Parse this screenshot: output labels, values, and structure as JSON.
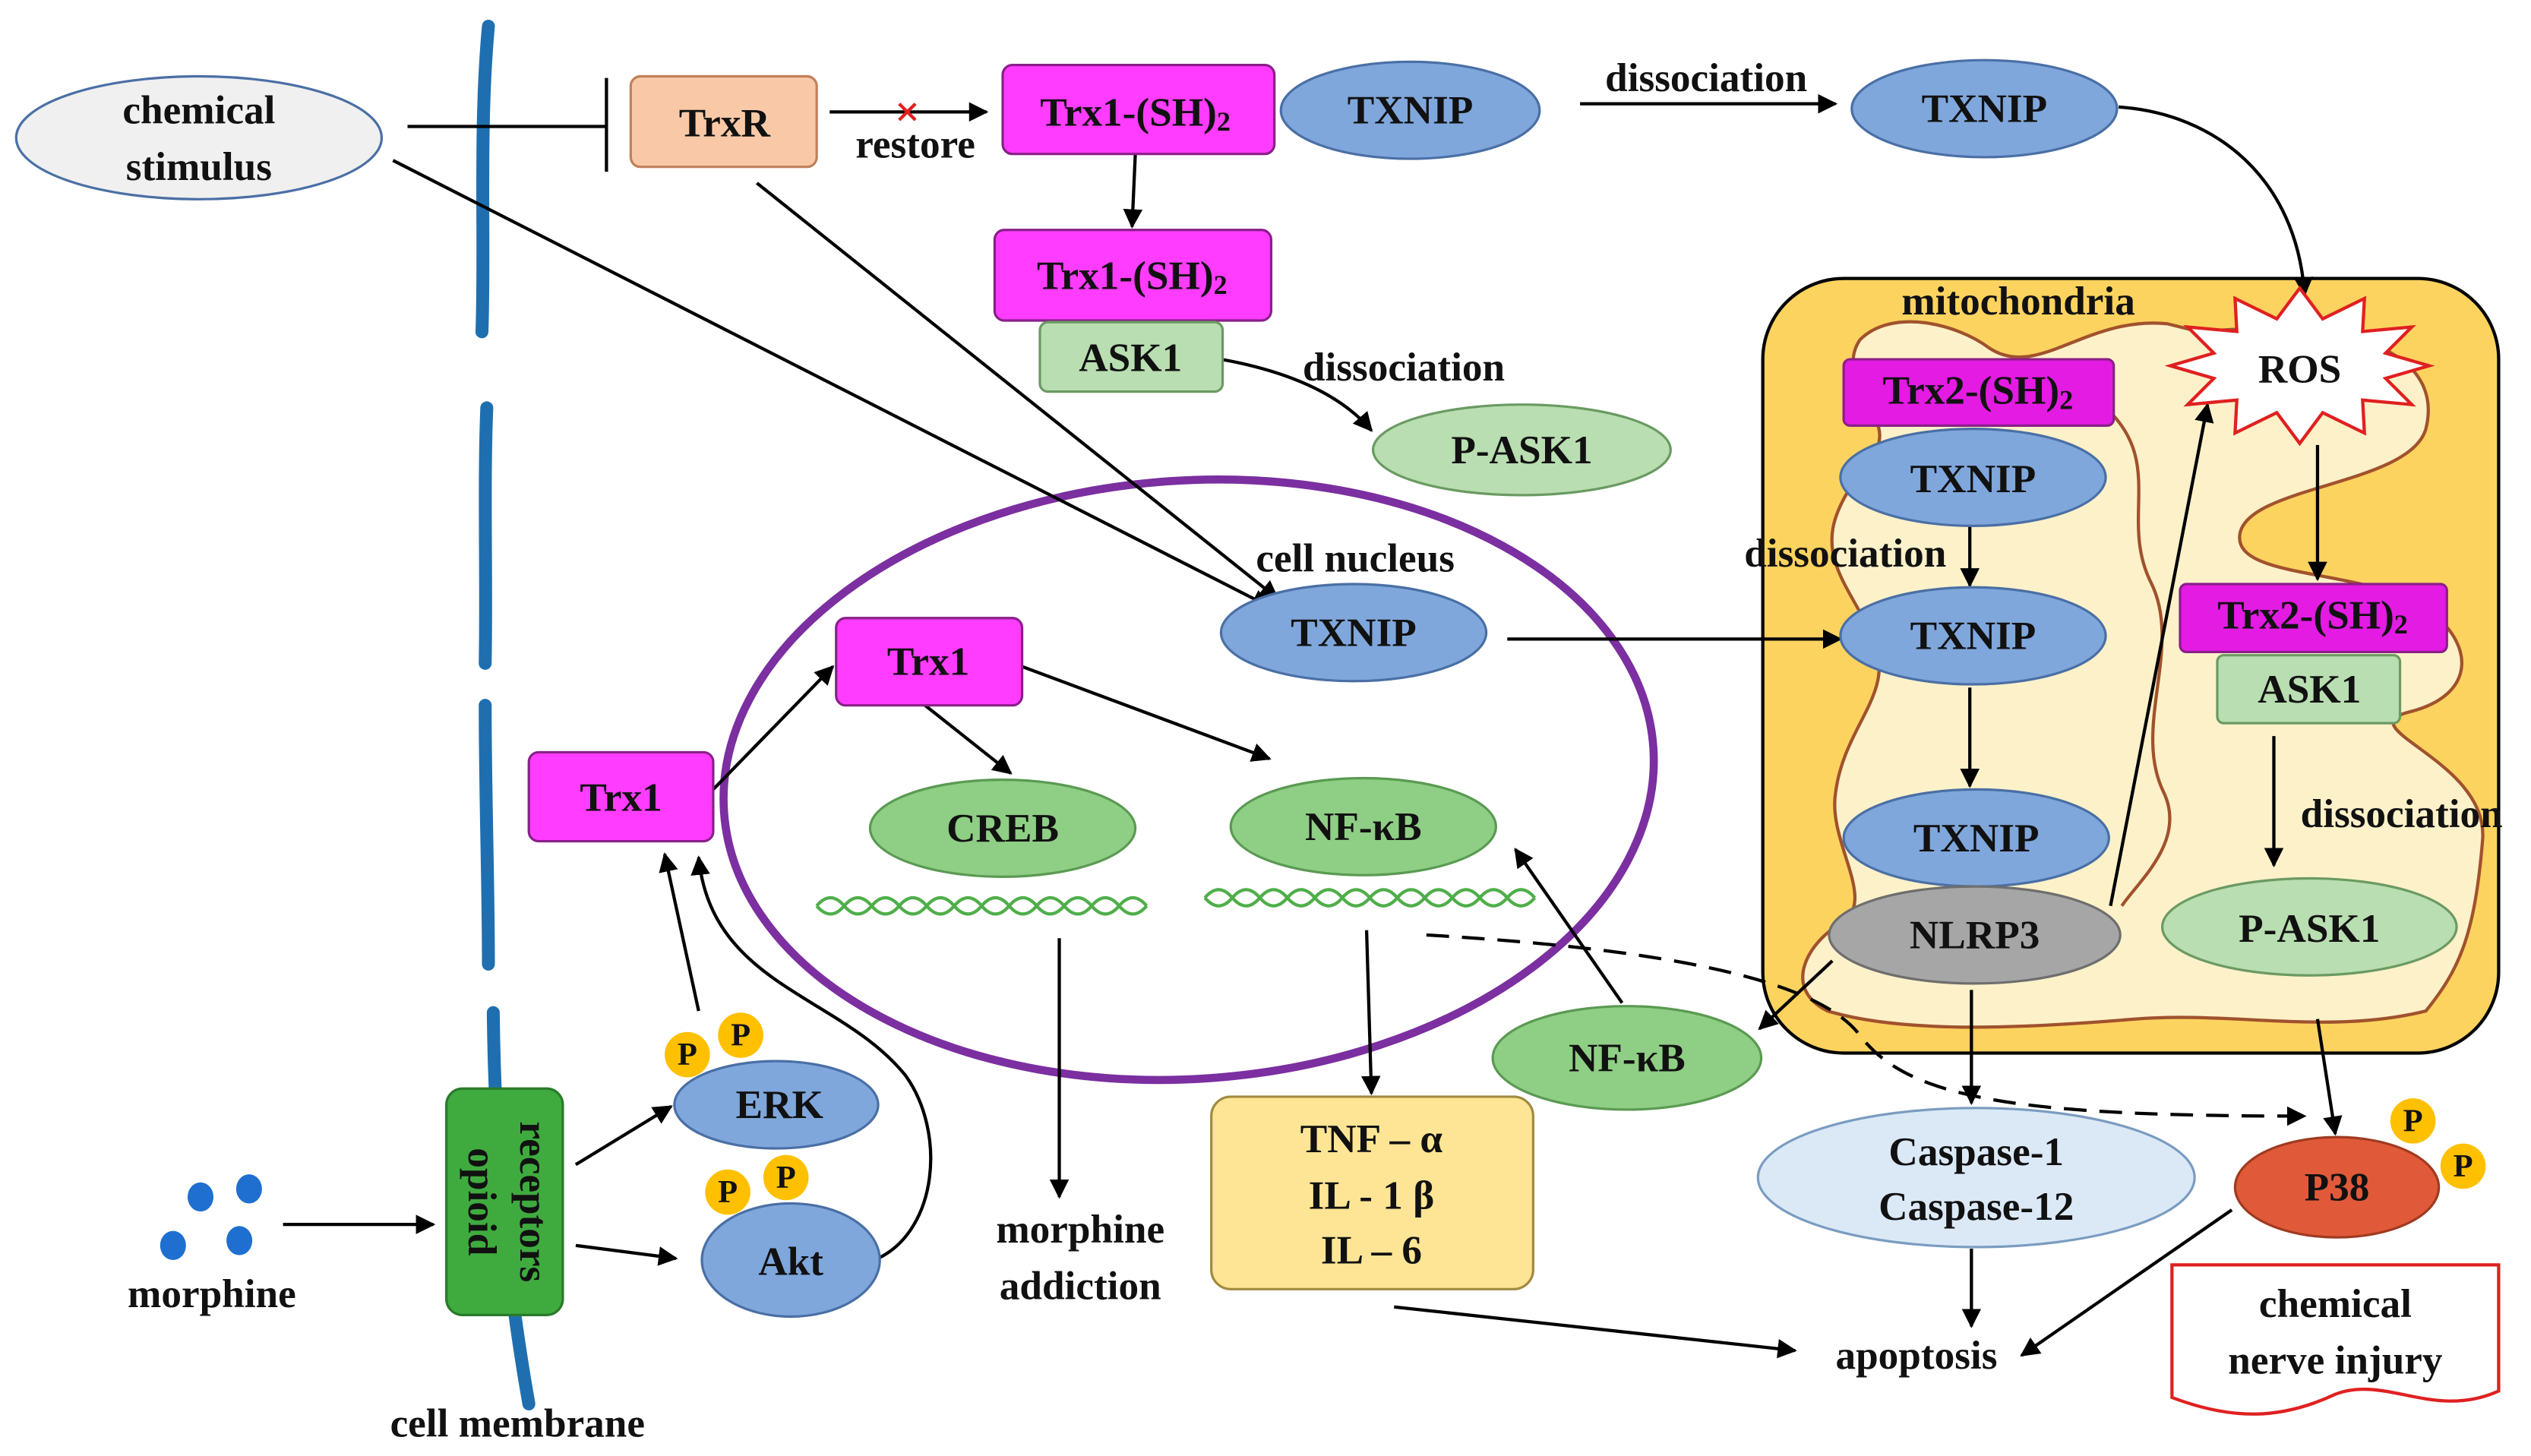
{
  "membrane": {
    "label": "cell membrane"
  },
  "chemical_stimulus": {
    "line1": "chemical",
    "line2": "stimulus"
  },
  "trxr": "TrxR",
  "restore": "restore",
  "trx1_sh2_top": {
    "base": "Trx1-(SH)",
    "sub": "2"
  },
  "txnip_top": "TXNIP",
  "dissociation_top": "dissociation",
  "txnip_top_right": "TXNIP",
  "trx1_sh2_ask": {
    "base": "Trx1-(SH)",
    "sub": "2"
  },
  "ask1_cyto": "ASK1",
  "dissociation_ask": "dissociation",
  "p_ask1_cyto": "P-ASK1",
  "nucleus": {
    "label": "cell nucleus",
    "txnip": "TXNIP",
    "trx1": "Trx1",
    "creb": "CREB",
    "nfkb": "NF-κB"
  },
  "trx1_cyto": "Trx1",
  "morphine_addiction": {
    "line1": "morphine",
    "line2": "addiction"
  },
  "cytokines": [
    "TNF – α",
    "IL - 1 β",
    "IL – 6"
  ],
  "nfkb_cyto": "NF-κB",
  "morphine": "morphine",
  "opioid_receptors": {
    "line1": "opioid",
    "line2": "receptors"
  },
  "erk": "ERK",
  "akt": "Akt",
  "phospho_label": "P",
  "mitochondria": {
    "label": "mitochondria",
    "ros": "ROS",
    "trx2_sh2_a": {
      "base": "Trx2-(SH)",
      "sub": "2"
    },
    "txnip_1": "TXNIP",
    "dissociation_1": "dissociation",
    "txnip_2": "TXNIP",
    "txnip_3": "TXNIP",
    "nlrp3": "NLRP3",
    "trx2_sh2_b": {
      "base": "Trx2-(SH)",
      "sub": "2"
    },
    "ask1": "ASK1",
    "dissociation_2": "dissociation",
    "p_ask1": "P-ASK1"
  },
  "caspases": [
    "Caspase-1",
    "Caspase-12"
  ],
  "apoptosis": "apoptosis",
  "p38": "P38",
  "outcome": {
    "line1": "chemical",
    "line2": "nerve injury"
  },
  "colors": {
    "membrane": "#1f6fb0",
    "trx_box": "#ff3cff",
    "trx2_box": "#e31be3",
    "txnip": "#7fa7dc",
    "trxr": "#f9c9a7",
    "ask": "#b9deb1",
    "creb_nfkb": "#8fce85",
    "nucleus": "#7b2fa0",
    "mito_outer": "#fdd35f",
    "mito_inner": "#fdf1c9",
    "cristae": "#a0522d",
    "nlrp3": "#a6a6a6",
    "caspase": "#dbe9f7",
    "cytokines": "#fde595",
    "p38": "#e05a3a",
    "phospho": "#ffc000",
    "opioid": "#3fab3f",
    "outcome_border": "#e02020",
    "inhibit_x": "#e02020"
  }
}
